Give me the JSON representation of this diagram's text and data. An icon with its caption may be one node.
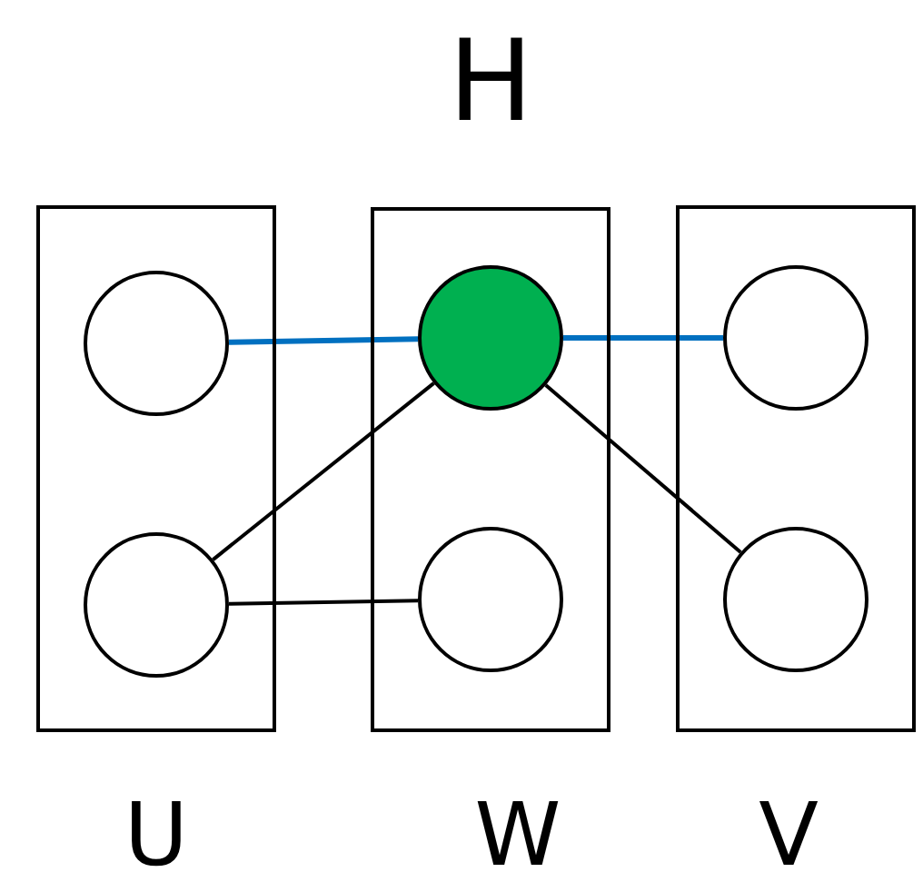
{
  "diagram": {
    "title": "H",
    "nodes": [
      {
        "text": [
          "U"
        ]
      },
      {
        "text": [
          "W"
        ]
      },
      {
        "text": [
          "V"
        ]
      },
      {
        "text": [],
        "shape": "circle",
        "in": 0
      },
      {
        "text": [],
        "shape": "circle",
        "in": 0
      },
      {
        "text": [],
        "shape": "circle",
        "in": 1
      },
      {
        "text": [],
        "shape": "circle",
        "in": 1
      },
      {
        "text": [],
        "shape": "circle",
        "in": 2
      },
      {
        "text": [],
        "shape": "circle",
        "in": 2
      }
    ],
    "edges": [
      {
        "from": 3,
        "to": 5,
        "arrow": "none",
        "color": "#0070c0"
      },
      {
        "from": 5,
        "to": 7,
        "arrow": "none",
        "color": "#0070c0"
      },
      {
        "from": 5,
        "to": 4,
        "arrow": "none"
      },
      {
        "from": 4,
        "to": 6,
        "arrow": "none"
      },
      {
        "from": 5,
        "to": 8,
        "arrow": "none"
      }
    ]
  }
}
